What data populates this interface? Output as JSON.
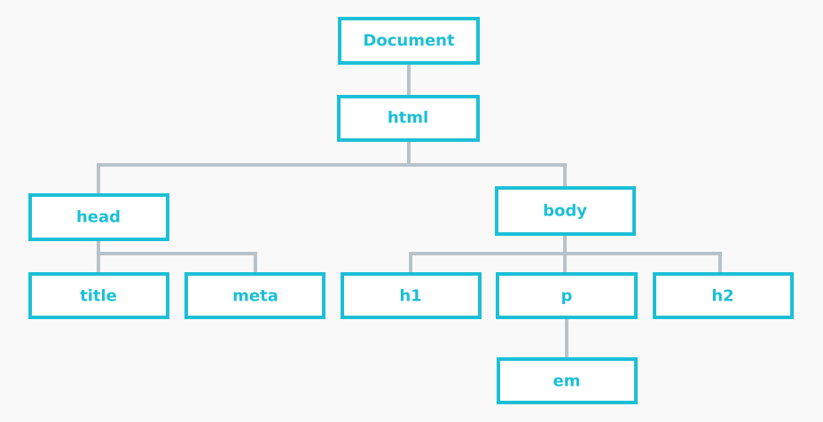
{
  "diagram": {
    "nodes": {
      "document": "Document",
      "html": "html",
      "head": "head",
      "body": "body",
      "title": "title",
      "meta": "meta",
      "h1": "h1",
      "p": "p",
      "h2": "h2",
      "em": "em"
    },
    "colors": {
      "node_border": "#1cbfd6",
      "node_text": "#1cbfd6",
      "node_fill": "#ffffff",
      "connector": "#b8c2c9",
      "background": "#f9f9fa"
    }
  }
}
